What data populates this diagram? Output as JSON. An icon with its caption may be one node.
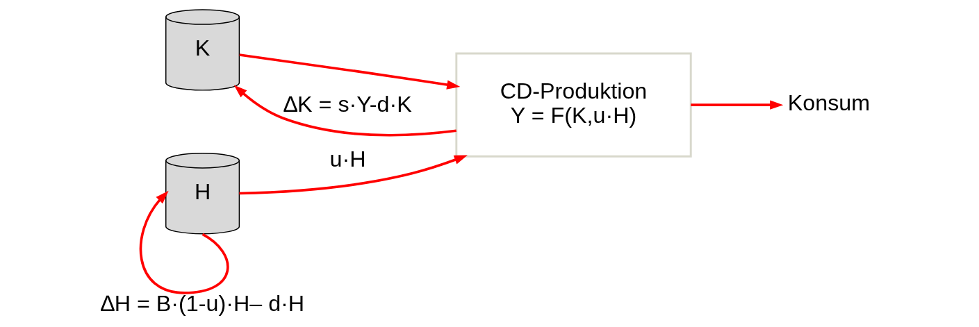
{
  "diagram": {
    "nodes": [
      {
        "text": [
          "K"
        ]
      },
      {
        "text": [
          "H"
        ]
      },
      {
        "text": [
          "CD-Produktion",
          "Y = F(K,u·H)"
        ]
      },
      {
        "text": [
          "Konsum"
        ]
      }
    ],
    "edges": [
      {
        "from": 0,
        "to": 2,
        "arrow": "to"
      },
      {
        "from": 1,
        "to": 2,
        "arrow": "to",
        "label": "u·H"
      },
      {
        "from": 2,
        "to": 0,
        "arrow": "to",
        "label": "∆K = s·Y-d·K"
      },
      {
        "from": 2,
        "to": 3,
        "arrow": "to"
      },
      {
        "from": 1,
        "to": 1,
        "arrow": "to",
        "label": "∆H = B·(1-u)·H– d·H"
      }
    ]
  }
}
